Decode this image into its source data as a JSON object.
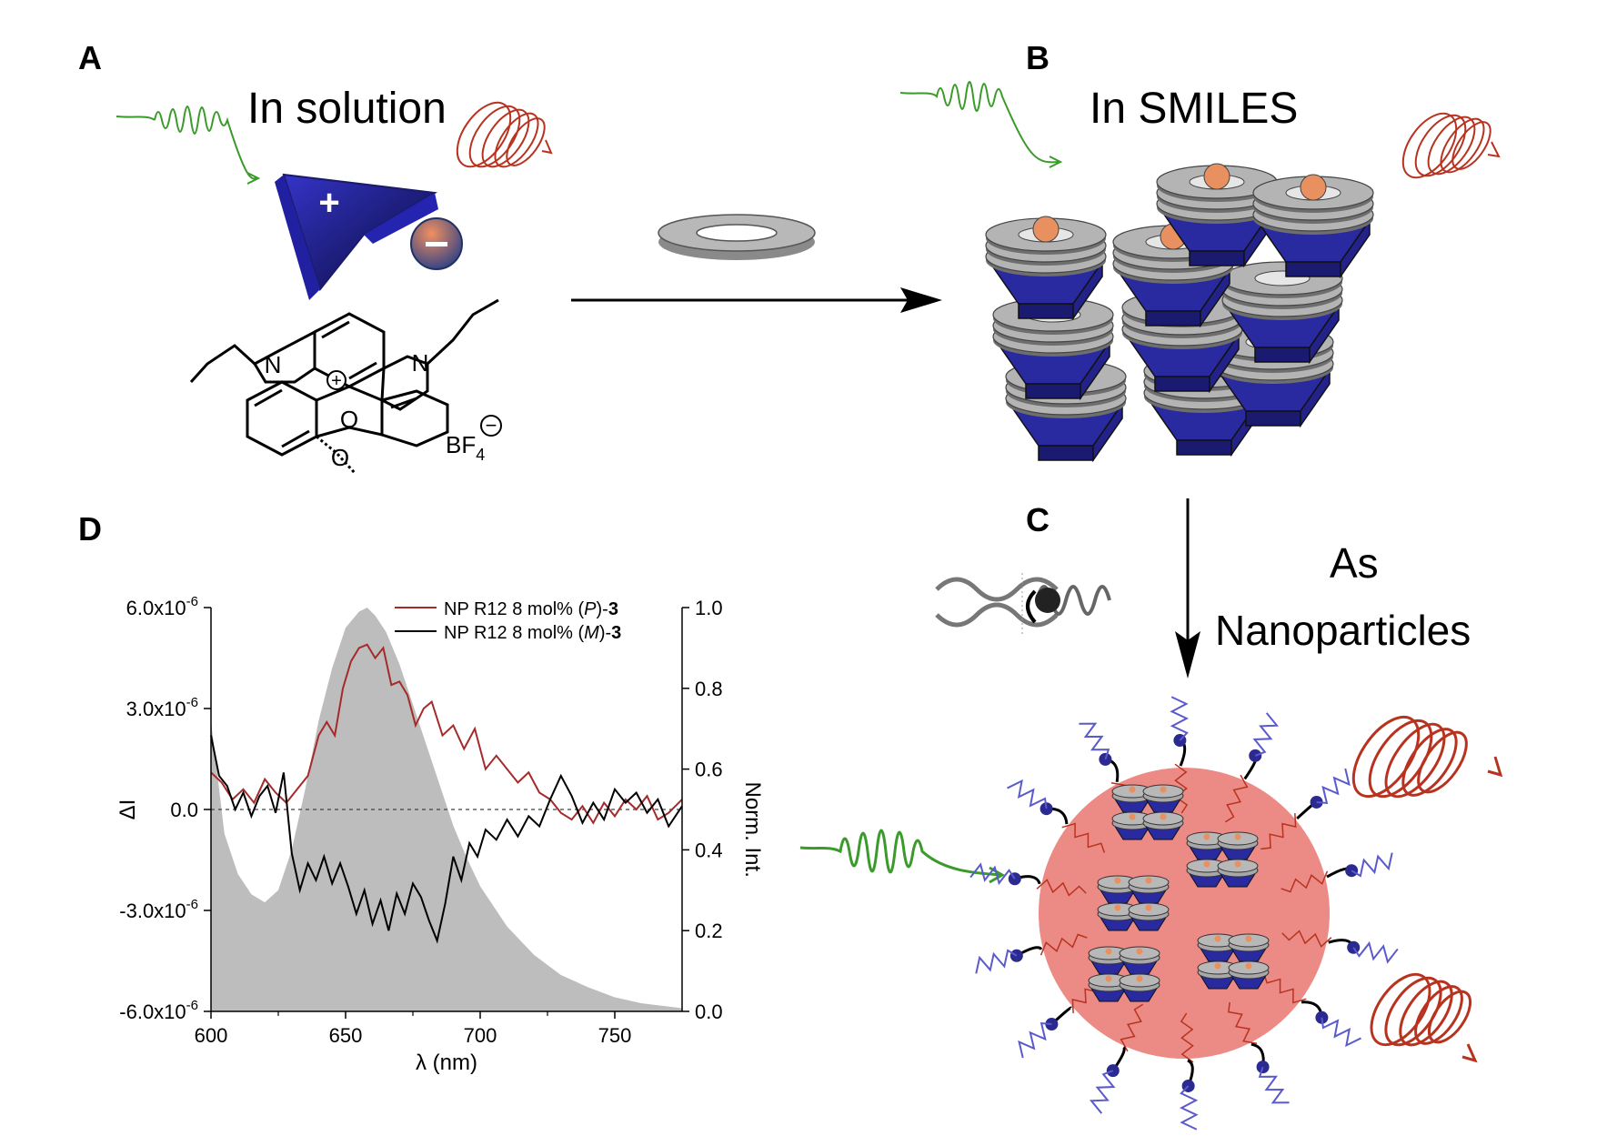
{
  "panels": {
    "a": {
      "letter": "A",
      "caption": "In solution"
    },
    "b": {
      "letter": "B",
      "caption": "In SMILES"
    },
    "c": {
      "letter": "C",
      "caption_line1": "As",
      "caption_line2": "Nanoparticles"
    },
    "d": {
      "letter": "D"
    }
  },
  "molecule": {
    "atom_n_left": "N",
    "atom_n_right": "N",
    "atom_o_bridge": "O",
    "atom_o_methoxy": "O",
    "counterion": "BF",
    "counterion_subscript": "4",
    "cation_charge": "+",
    "anion_charge": "−",
    "cation_cartoon_label": "+"
  },
  "colors": {
    "blue": "#2a2aa0",
    "green": "#3a9a2a",
    "red": "#b8331f",
    "gray_ring": "#a8a8a8",
    "salmon": "#ec8a85",
    "ci_sign": "#9b2b25"
  },
  "chart_data": {
    "type": "line",
    "xlabel": "λ (nm)",
    "ylabel": "ΔI",
    "y2label": "Norm. Int.",
    "xlim": [
      600,
      775
    ],
    "ylim": [
      -6e-06,
      6e-06
    ],
    "y2lim": [
      0.0,
      1.0
    ],
    "x_ticks": [
      600,
      650,
      700,
      750
    ],
    "x_tick_labels": [
      "600",
      "650",
      "700",
      "750"
    ],
    "y_ticks": [
      -6e-06,
      -3e-06,
      0.0,
      3e-06,
      6e-06
    ],
    "y_tick_labels": [
      "-6.0x10",
      "-3.0x10",
      "0.0",
      "3.0x10",
      "6.0x10"
    ],
    "y_tick_exponents": [
      "-6",
      "-6",
      "",
      "-6",
      "-6"
    ],
    "y2_ticks": [
      0.0,
      0.2,
      0.4,
      0.6,
      0.8,
      1.0
    ],
    "y2_tick_labels": [
      "0.0",
      "0.2",
      "0.4",
      "0.6",
      "0.8",
      "1.0"
    ],
    "zero_line": true,
    "legend_position": "top-right",
    "series": [
      {
        "name": "NP R12 8 mol% (P)-3",
        "legend_prefix": "NP R12 8 mol% (",
        "legend_italic": "P",
        "legend_suffix": ")-",
        "legend_bold": "3",
        "color": "#a52b2b",
        "axis": "left",
        "x": [
          600,
          604,
          608,
          612,
          616,
          620,
          624,
          628,
          632,
          636,
          640,
          643,
          646,
          649,
          652,
          655,
          658,
          661,
          664,
          667,
          670,
          673,
          676,
          679,
          682,
          686,
          690,
          694,
          698,
          702,
          706,
          710,
          714,
          718,
          722,
          726,
          730,
          734,
          738,
          742,
          746,
          750,
          754,
          758,
          762,
          766,
          770,
          775
        ],
        "y": [
          1.1e-06,
          8e-07,
          3e-07,
          6e-07,
          2e-07,
          9e-07,
          5e-07,
          2e-07,
          6e-07,
          1e-06,
          2.2e-06,
          2.6e-06,
          2.2e-06,
          3.6e-06,
          4.4e-06,
          4.8e-06,
          4.9e-06,
          4.5e-06,
          4.8e-06,
          3.7e-06,
          3.8e-06,
          3.4e-06,
          2.5e-06,
          3e-06,
          3.2e-06,
          2.2e-06,
          2.5e-06,
          1.8e-06,
          2.4e-06,
          1.2e-06,
          1.6e-06,
          1.2e-06,
          8e-07,
          1.1e-06,
          5e-07,
          3e-07,
          -1e-07,
          -3e-07,
          1e-07,
          -4e-07,
          2e-07,
          -2e-07,
          3e-07,
          0.0,
          4e-07,
          -3e-07,
          -1e-07,
          3e-07
        ]
      },
      {
        "name": "NP R12 8 mol% (M)-3",
        "legend_prefix": "NP R12 8 mol% (",
        "legend_italic": "M",
        "legend_suffix": ")-",
        "legend_bold": "3",
        "color": "#000000",
        "axis": "left",
        "x": [
          600,
          603,
          606,
          609,
          612,
          615,
          618,
          621,
          624,
          627,
          630,
          633,
          636,
          639,
          642,
          645,
          648,
          651,
          654,
          657,
          660,
          663,
          666,
          669,
          672,
          675,
          678,
          681,
          684,
          687,
          690,
          693,
          696,
          699,
          702,
          706,
          710,
          714,
          718,
          722,
          726,
          730,
          734,
          738,
          742,
          746,
          750,
          754,
          758,
          762,
          766,
          770,
          775
        ],
        "y": [
          2.2e-06,
          1e-06,
          7e-07,
          0.0,
          5e-07,
          -2e-07,
          4e-07,
          7e-07,
          -1e-07,
          1.1e-06,
          -1.3e-06,
          -2.4e-06,
          -1.6e-06,
          -2.1e-06,
          -1.4e-06,
          -2.2e-06,
          -1.6e-06,
          -2.3e-06,
          -3.1e-06,
          -2.4e-06,
          -3.4e-06,
          -2.7e-06,
          -3.6e-06,
          -2.5e-06,
          -3.1e-06,
          -2.2e-06,
          -2.6e-06,
          -3.3e-06,
          -3.9e-06,
          -2.8e-06,
          -1.4e-06,
          -2.1e-06,
          -1e-06,
          -1.4e-06,
          -6e-07,
          -9e-07,
          -3e-07,
          -8e-07,
          -2e-07,
          -5e-07,
          3e-07,
          1e-06,
          4e-07,
          -4e-07,
          2e-07,
          -3e-07,
          6e-07,
          2e-07,
          5e-07,
          -1e-07,
          3e-07,
          -5e-07,
          1e-07
        ]
      },
      {
        "name": "",
        "type": "area",
        "color": "#bdbdbd",
        "axis": "right",
        "x": [
          600,
          605,
          610,
          615,
          620,
          625,
          630,
          635,
          640,
          645,
          650,
          655,
          658,
          661,
          665,
          670,
          675,
          680,
          685,
          690,
          695,
          700,
          710,
          720,
          730,
          740,
          750,
          760,
          775
        ],
        "y": [
          0.72,
          0.44,
          0.34,
          0.29,
          0.27,
          0.3,
          0.4,
          0.55,
          0.72,
          0.85,
          0.95,
          0.99,
          1.0,
          0.98,
          0.94,
          0.86,
          0.76,
          0.66,
          0.56,
          0.46,
          0.38,
          0.31,
          0.21,
          0.14,
          0.09,
          0.06,
          0.035,
          0.02,
          0.008
        ]
      }
    ]
  }
}
